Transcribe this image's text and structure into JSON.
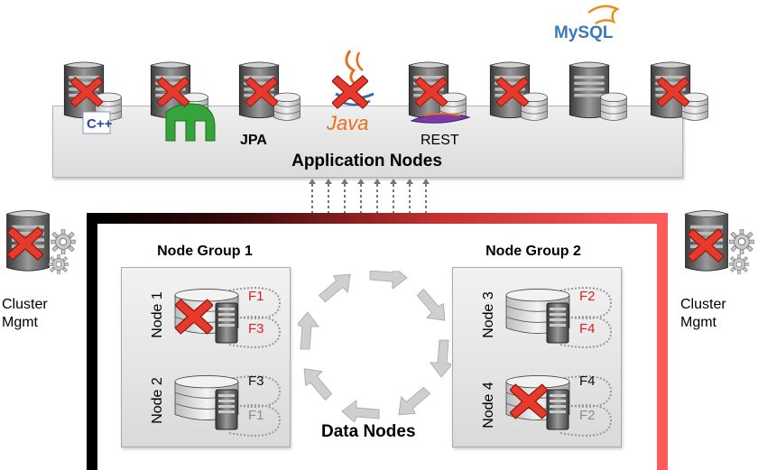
{
  "application": {
    "title": "Application Nodes",
    "servers": [
      {
        "label": "",
        "failed": true,
        "client_icon": "cpp-icon"
      },
      {
        "label": "",
        "failed": true,
        "client_icon": "memcached-icon"
      },
      {
        "label": "JPA",
        "failed": true,
        "client_icon": ""
      },
      {
        "label": "",
        "failed": true,
        "client_icon": "java-icon"
      },
      {
        "label": "REST",
        "failed": true,
        "client_icon": "rest-icon"
      },
      {
        "label": "",
        "failed": true,
        "client_icon": ""
      },
      {
        "label": "",
        "failed": false,
        "client_icon": "mysql-icon"
      },
      {
        "label": "",
        "failed": true,
        "client_icon": ""
      }
    ],
    "mysql_logo_text": "MySQL",
    "java_logo_text": "Java",
    "cpp_logo_text": "C++"
  },
  "cluster_mgmt": {
    "left_label_line1": "Cluster",
    "left_label_line2": "Mgmt",
    "right_label_line1": "Cluster",
    "right_label_line2": "Mgmt"
  },
  "data_nodes": {
    "title": "Data Nodes",
    "groups": [
      {
        "title": "Node Group 1",
        "nodes": [
          {
            "name": "Node 1",
            "failed": true,
            "fragments": [
              {
                "label": "F1",
                "tone": "red"
              },
              {
                "label": "F3",
                "tone": "red"
              }
            ]
          },
          {
            "name": "Node 2",
            "failed": false,
            "fragments": [
              {
                "label": "F3",
                "tone": "black"
              },
              {
                "label": "F1",
                "tone": "grey"
              }
            ]
          }
        ]
      },
      {
        "title": "Node Group 2",
        "nodes": [
          {
            "name": "Node 3",
            "failed": false,
            "fragments": [
              {
                "label": "F2",
                "tone": "red"
              },
              {
                "label": "F4",
                "tone": "red"
              }
            ]
          },
          {
            "name": "Node 4",
            "failed": true,
            "fragments": [
              {
                "label": "F4",
                "tone": "black"
              },
              {
                "label": "F2",
                "tone": "grey"
              }
            ]
          }
        ]
      }
    ]
  },
  "colors": {
    "failure_red": "#e8392d",
    "frame_red": "#e84b4b",
    "fragment_red": "#e02020",
    "fragment_grey": "#8a8a8a"
  }
}
